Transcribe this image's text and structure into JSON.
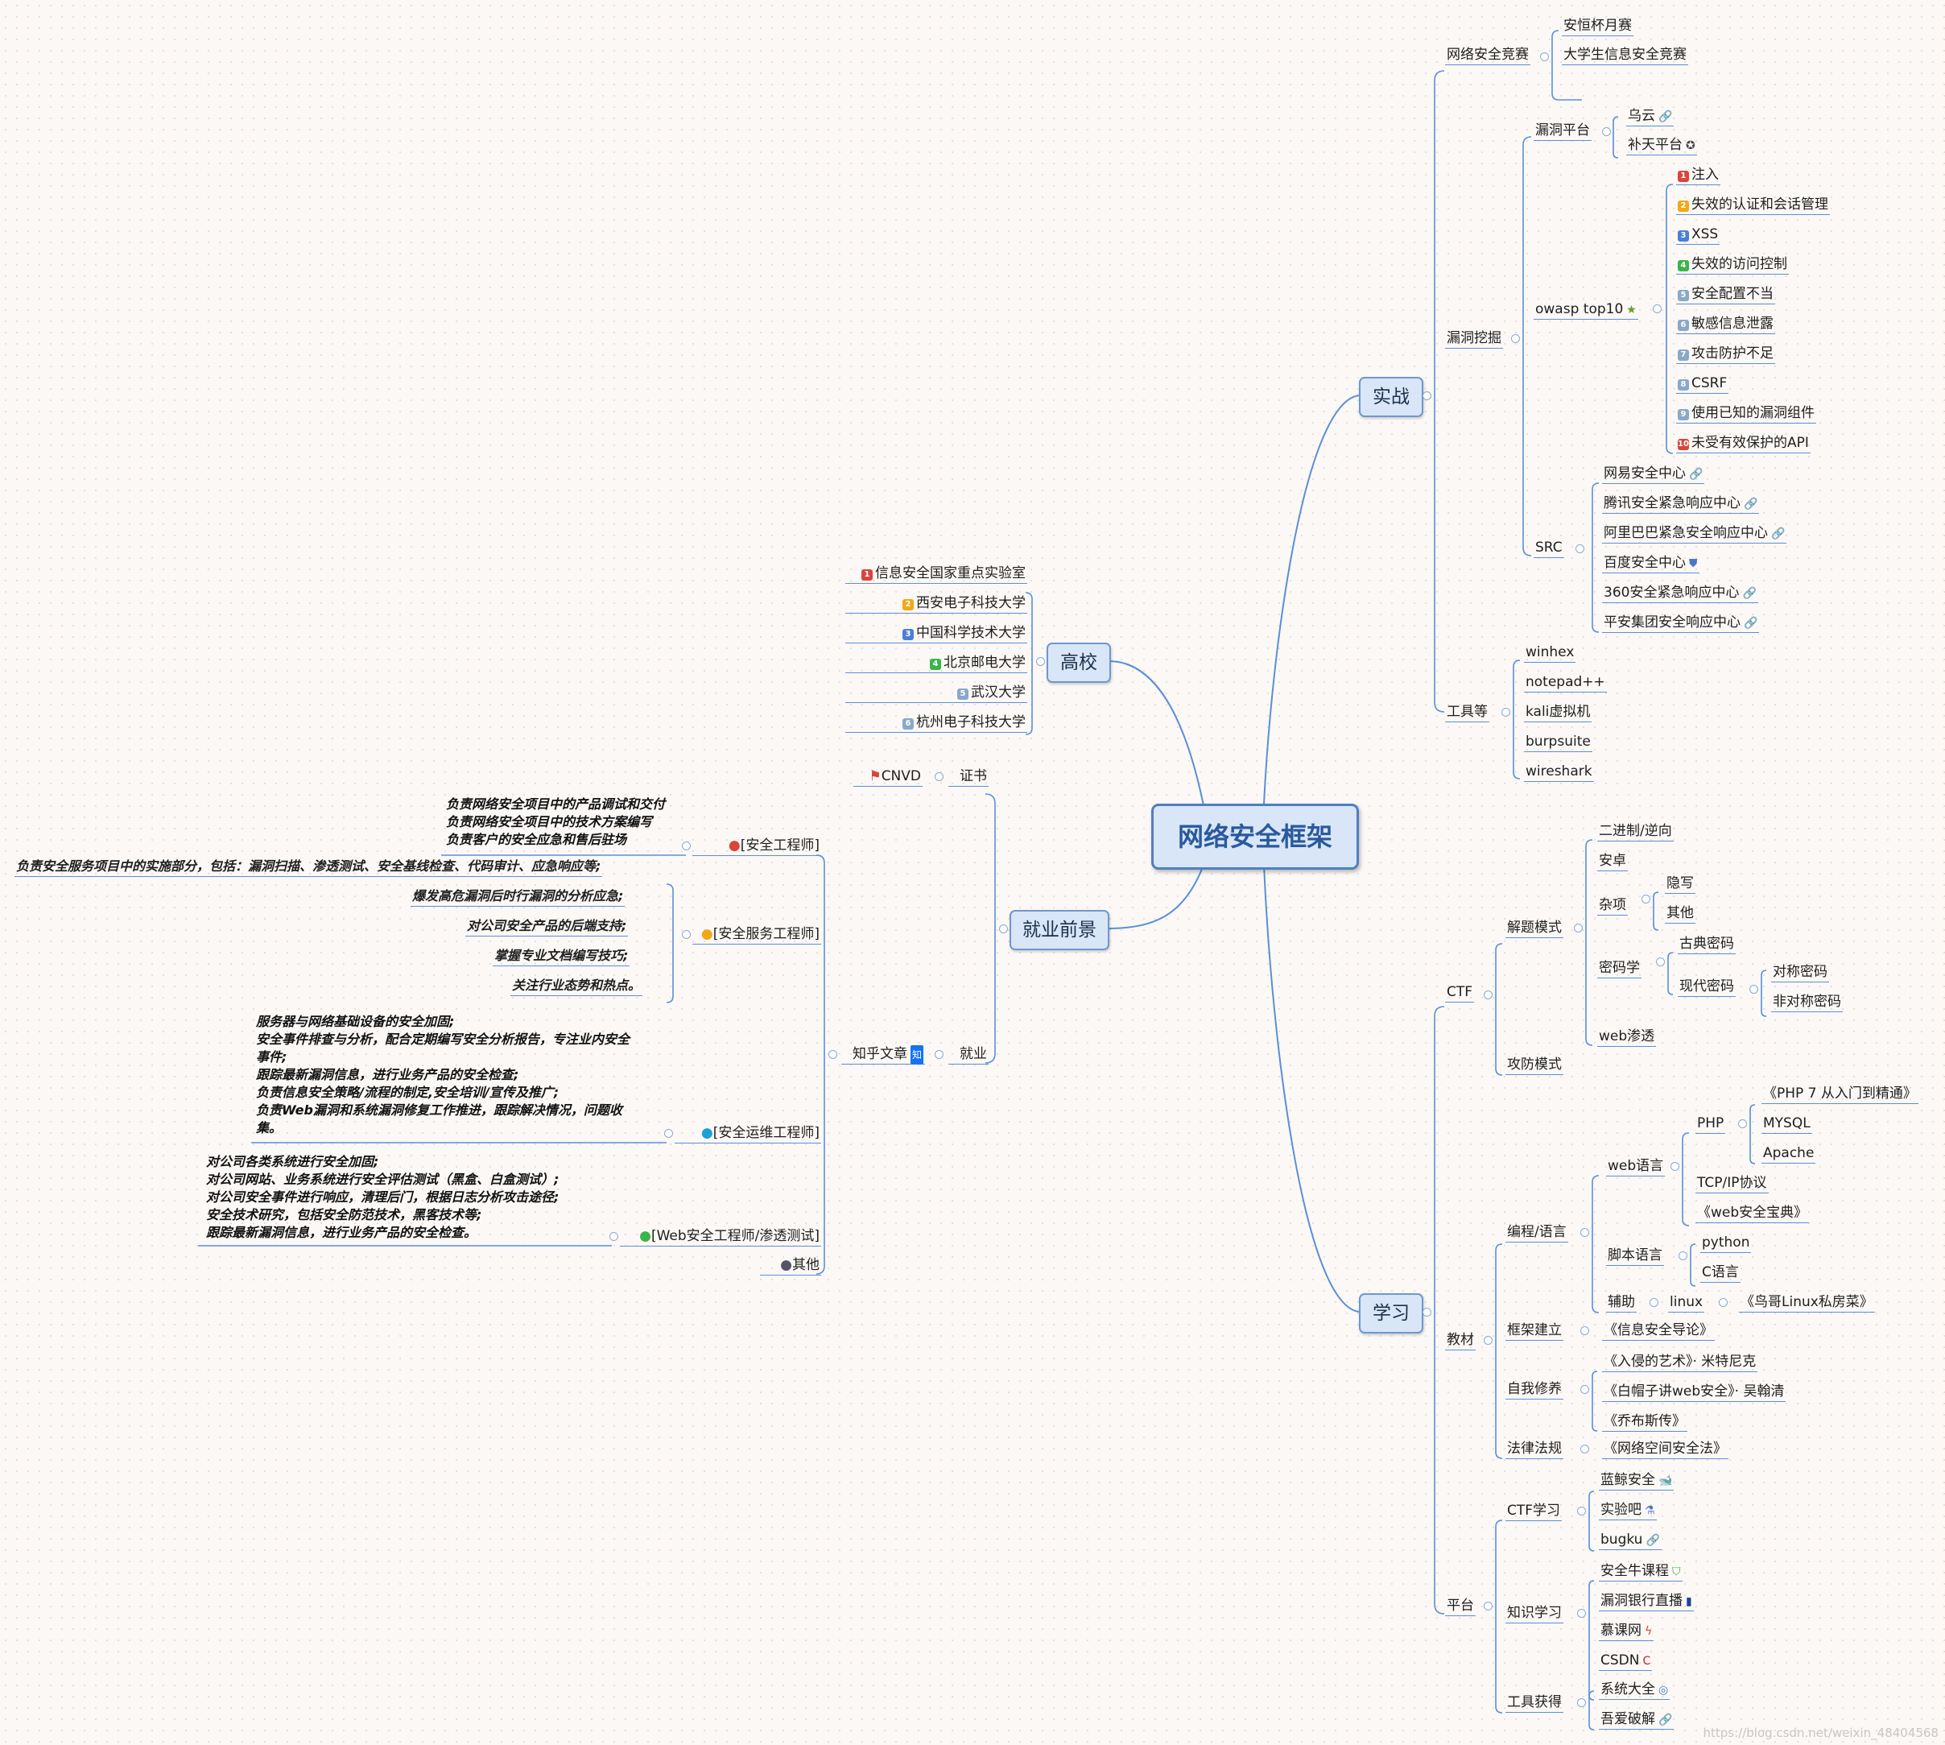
{
  "root": "网络安全框架",
  "watermark": "https://blog.csdn.net/weixin_48404568",
  "branches": {
    "shizhan": "实战",
    "xuexi": "学习",
    "gaoxiao": "高校",
    "jiuye": "就业前景"
  },
  "shizhan": {
    "jingsai": {
      "label": "网络安全竞赛",
      "items": [
        "安恒杯月赛",
        "大学生信息安全竞赛"
      ]
    },
    "wajue": {
      "label": "漏洞挖掘",
      "platform": {
        "label": "漏洞平台",
        "items": [
          "乌云",
          "补天平台"
        ]
      },
      "owasp": {
        "label": "owasp  top10",
        "items": [
          "注入",
          "失效的认证和会话管理",
          "XSS",
          "失效的访问控制",
          "安全配置不当",
          "敏感信息泄露",
          "攻击防护不足",
          "CSRF",
          "使用已知的漏洞组件",
          "未受有效保护的API"
        ]
      },
      "src": {
        "label": "SRC",
        "items": [
          "网易安全中心",
          "腾讯安全紧急响应中心",
          "阿里巴巴紧急安全响应中心",
          "百度安全中心",
          "360安全紧急响应中心",
          "平安集团安全响应中心"
        ]
      }
    },
    "tools": {
      "label": "工具等",
      "items": [
        "winhex",
        "notepad++",
        "kali虚拟机",
        "burpsuite",
        "wireshark"
      ]
    }
  },
  "xuexi": {
    "ctf": {
      "label": "CTF",
      "jieti": {
        "label": "解题模式",
        "items": [
          "二进制/逆向",
          "安卓",
          "杂项",
          "密码学",
          "web渗透"
        ],
        "zaxiang": [
          "隐写",
          "其他"
        ],
        "mima": [
          "古典密码",
          "现代密码"
        ],
        "xiandai": [
          "对称密码",
          "非对称密码"
        ]
      },
      "gongfang": "攻防模式"
    },
    "jiaocai": {
      "label": "教材",
      "biancheng": {
        "label": "编程/语言",
        "web": "web语言",
        "php": "PHP",
        "php_items": [
          "《PHP 7 从入门到精通》",
          "MYSQL",
          "Apache"
        ],
        "tcpip": "TCP/IP协议",
        "webbook": "《web安全宝典》",
        "script": "脚本语言",
        "script_items": [
          "python",
          "C语言"
        ],
        "fuzhu": "辅助",
        "linux": "linux",
        "linuxbook": "《鸟哥Linux私房菜》"
      },
      "kuangjia": {
        "label": "框架建立",
        "items": [
          "《信息安全导论》"
        ]
      },
      "xiuyang": {
        "label": "自我修养",
        "items": [
          "《入侵的艺术》· 米特尼克",
          "《白帽子讲web安全》· 吴翰清",
          "《乔布斯传》"
        ]
      },
      "falv": {
        "label": "法律法规",
        "items": [
          "《网络空间安全法》"
        ]
      }
    },
    "pingtai": {
      "label": "平台",
      "ctfxuexi": {
        "label": "CTF学习",
        "items": [
          "蓝鲸安全",
          "实验吧",
          "bugku"
        ]
      },
      "zhishi": {
        "label": "知识学习",
        "items": [
          "安全牛课程",
          "漏洞银行直播",
          "慕课网",
          "CSDN"
        ]
      },
      "gongju": {
        "label": "工具获得",
        "items": [
          "系统大全",
          "吾爱破解"
        ]
      }
    }
  },
  "gaoxiao": {
    "items": [
      "信息安全国家重点实验室",
      "西安电子科技大学",
      "中国科学技术大学",
      "北京邮电大学",
      "武汉大学",
      "杭州电子科技大学"
    ],
    "badge_nums": [
      "1",
      "2",
      "3",
      "4",
      "5",
      "6"
    ]
  },
  "jiuye": {
    "zhengshu": {
      "label": "证书",
      "items": [
        "CNVD"
      ]
    },
    "jiuye": {
      "label": "就业",
      "zhihu": "知乎文章",
      "zhi_badge": "知"
    },
    "roles": [
      {
        "label": "[安全工程师]",
        "desc": "负责网络安全项目中的产品调试和交付\n负责网络安全项目中的技术方案编写\n负责客户的安全应急和售后驻场"
      },
      {
        "label": "[安全服务工程师]",
        "items": [
          "负责安全服务项目中的实施部分，包括：漏洞扫描、渗透测试、安全基线检查、代码审计、应急响应等;",
          "爆发高危漏洞后时行漏洞的分析应急;",
          "对公司安全产品的后端支持;",
          "掌握专业文档编写技巧;",
          "关注行业态势和热点。"
        ]
      },
      {
        "label": "[安全运维工程师]",
        "desc": "服务器与网络基础设备的安全加固;\n安全事件排查与分析，配合定期编写安全分析报告，专注业内安全\n事件;\n跟踪最新漏洞信息，进行业务产品的安全检查;\n负责信息安全策略/流程的制定,安全培训/宣传及推广;\n负责Web漏洞和系统漏洞修复工作推进，跟踪解决情况，问题收\n集。"
      },
      {
        "label": "[Web安全工程师/渗透测试]",
        "desc": "对公司各类系统进行安全加固;\n对公司网站、业务系统进行安全评估测试（黑盒、白盒测试）;\n对公司安全事件进行响应，清理后门，根据日志分析攻击途径;\n安全技术研究，包括安全防范技术，黑客技术等;\n跟踪最新漏洞信息，进行业务产品的安全检查。"
      },
      {
        "label": "其他"
      }
    ]
  },
  "colors": {
    "line": "#5b8fd6",
    "box_fill": "#d8e6f8",
    "root_border": "#4f7fc2"
  },
  "owasp_badges": [
    "1",
    "2",
    "3",
    "4",
    "5",
    "6",
    "7",
    "8",
    "9",
    "10"
  ]
}
